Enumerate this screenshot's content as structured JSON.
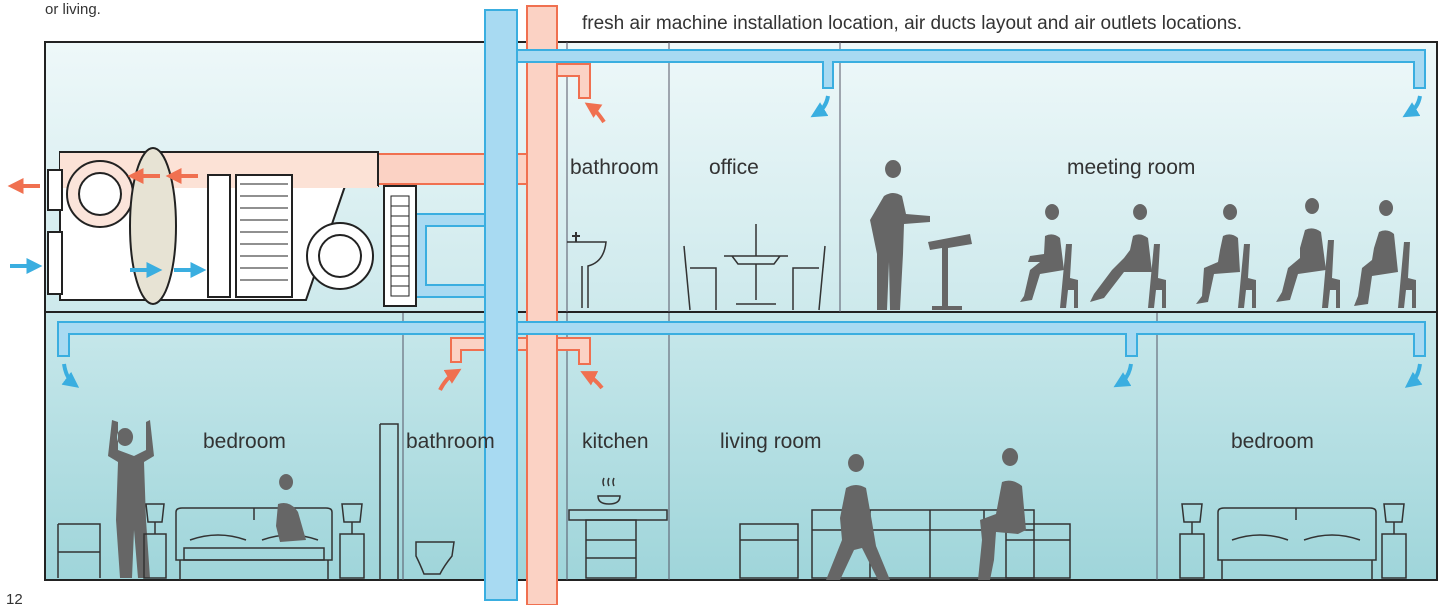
{
  "caption_top_left": "or living.",
  "caption_top_right": "fresh air machine installation location, air ducts layout and air outlets locations.",
  "page_number": "12",
  "rooms_upper": {
    "bathroom": "bathroom",
    "office": "office",
    "meeting_room": "meeting room"
  },
  "rooms_lower": {
    "bedroom_left": "bedroom",
    "bathroom": "bathroom",
    "kitchen": "kitchen",
    "living_room": "living room",
    "bedroom_right": "bedroom"
  },
  "colors": {
    "fresh_air": "#3aaee0",
    "exhaust_air": "#f07050",
    "duct_fresh_fill": "#a8daf2",
    "duct_exhaust_fill": "#fbd2c4",
    "room_upper": "#d9eff2",
    "room_lower": "#b7e0e4",
    "silhouette": "#666666",
    "outline": "#222222"
  },
  "icons": [
    "fresh-air-arrow-icon",
    "exhaust-air-arrow-icon",
    "person-silhouette-icon",
    "chair-icon",
    "bed-icon",
    "sofa-icon",
    "lamp-icon",
    "sink-icon",
    "toilet-icon",
    "stove-icon",
    "table-icon",
    "podium-icon"
  ]
}
